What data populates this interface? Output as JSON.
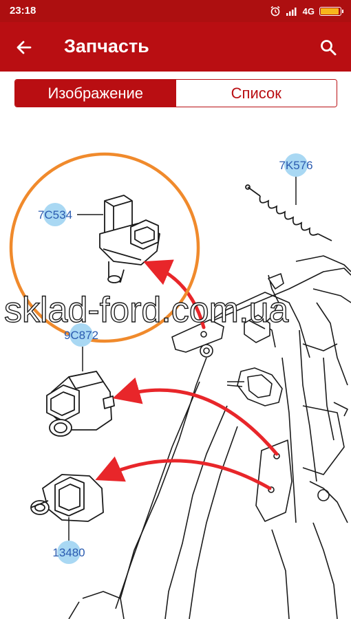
{
  "status_bar": {
    "time": "23:18",
    "network": "4G",
    "battery_level": 0.85,
    "icons": [
      "alarm-icon",
      "signal-icon",
      "battery-icon"
    ]
  },
  "app_bar": {
    "title": "Запчасть",
    "back_icon": "arrow-left-icon",
    "search_icon": "search-icon"
  },
  "tabs": [
    {
      "label": "Изображение",
      "active": true
    },
    {
      "label": "Список",
      "active": false
    }
  ],
  "diagram": {
    "callouts": [
      {
        "label": "7K576"
      },
      {
        "label": "7C534"
      },
      {
        "label": "9C872"
      },
      {
        "label": "13480"
      }
    ],
    "watermark": "sklad-ford.com.ua"
  },
  "colors": {
    "status_bar": "#ad0f10",
    "app_bar": "#b90e12",
    "callout_bubble": "#a9d8f3",
    "callout_text": "#2a5bb0",
    "highlight_circle": "#f08a2c",
    "arrow": "#e8262a"
  }
}
